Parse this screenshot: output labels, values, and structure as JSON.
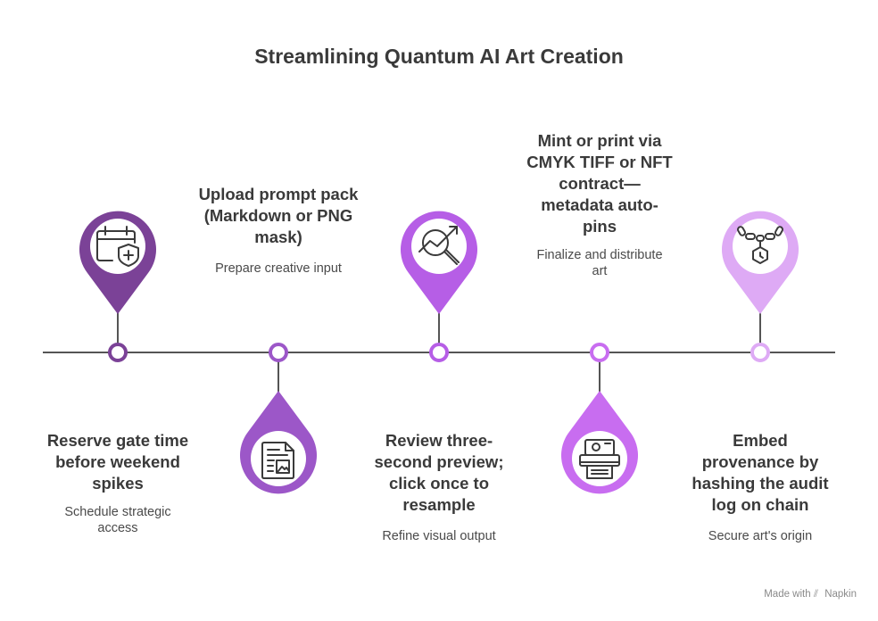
{
  "title": "Streamlining Quantum AI Art Creation",
  "footer": {
    "made_with": "Made with",
    "brand": "Napkin"
  },
  "colors": {
    "line": "#555555",
    "steps": [
      "#7b4297",
      "#9c57c8",
      "#b65ee6",
      "#c86df0",
      "#deaaf5"
    ]
  },
  "steps": [
    {
      "title": "Reserve gate time before weekend spikes",
      "description": "Schedule strategic access",
      "icon": "calendar-shield-icon",
      "marker_position": "above"
    },
    {
      "title": "Upload prompt pack (Markdown or PNG mask)",
      "description": "Prepare creative input",
      "icon": "document-image-icon",
      "marker_position": "below"
    },
    {
      "title": "Review three-second preview; click once to resample",
      "description": "Refine visual output",
      "icon": "magnify-chart-icon",
      "marker_position": "above"
    },
    {
      "title": "Mint or print via CMYK TIFF or NFT contract—metadata auto-pins",
      "description": "Finalize and distribute art",
      "icon": "printer-icon",
      "marker_position": "below"
    },
    {
      "title": "Embed provenance by hashing the audit log on chain",
      "description": "Secure art's origin",
      "icon": "chain-hexagon-icon",
      "marker_position": "above"
    }
  ]
}
